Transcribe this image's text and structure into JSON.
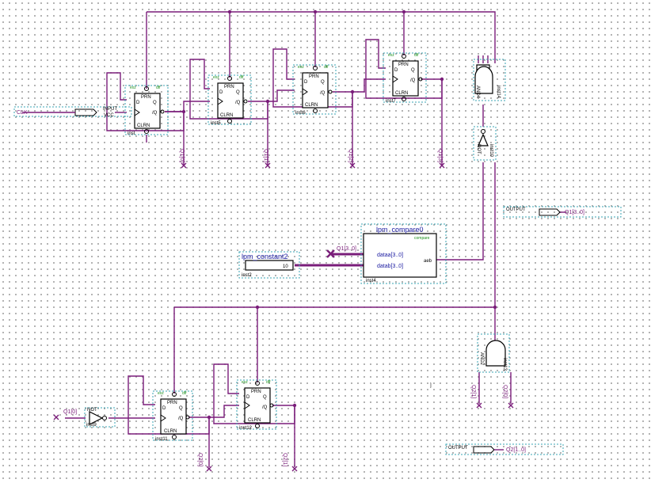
{
  "flipflop": {
    "prn": "PRN",
    "clrn": "CLRN",
    "d": "D",
    "q": "Q",
    "qn": "/Q",
    "ena": "exz",
    "dff": "dff"
  },
  "top_chain": {
    "input_pin": "CLK",
    "input_tag": "INPUT",
    "input_vcc": "VCC",
    "inst_labels": [
      "inst",
      "inst5",
      "inst6",
      "inst7"
    ],
    "q_labels": [
      "Q1[0]",
      "Q1[1]",
      "Q1[2]",
      "Q1[3]"
    ],
    "and_gate": "AND4",
    "and_inst": "inst14",
    "not_gate": "NOT",
    "not_inst": "inst10",
    "output_tag": "OUTPUT",
    "output_pin": "Q1[3..0]"
  },
  "compare": {
    "title": "lpm_compare0",
    "sub": "compare",
    "port_a": "dataa[3..0]",
    "port_b": "datab[3..0]",
    "out": "aeb",
    "inst": "inst4",
    "bus_label": "Q1[3..0]"
  },
  "constant": {
    "title": "lpm_constant2",
    "value": "10",
    "inst": "inst2"
  },
  "bottom_chain": {
    "input_pin": "Q1[0]",
    "not_gate": "NOT",
    "not_inst": "inst9",
    "inst_labels": [
      "inst11",
      "inst12"
    ],
    "q_labels": [
      "Q2[0]",
      "Q2[1]"
    ],
    "and_gate": "AND2",
    "and_inst": "inst13",
    "and_inputs": [
      "Q2[1]",
      "Q2[0]"
    ],
    "output_tag": "OUTPUT",
    "output_pin": "Q2[1..0]"
  },
  "stray_mark": "]"
}
